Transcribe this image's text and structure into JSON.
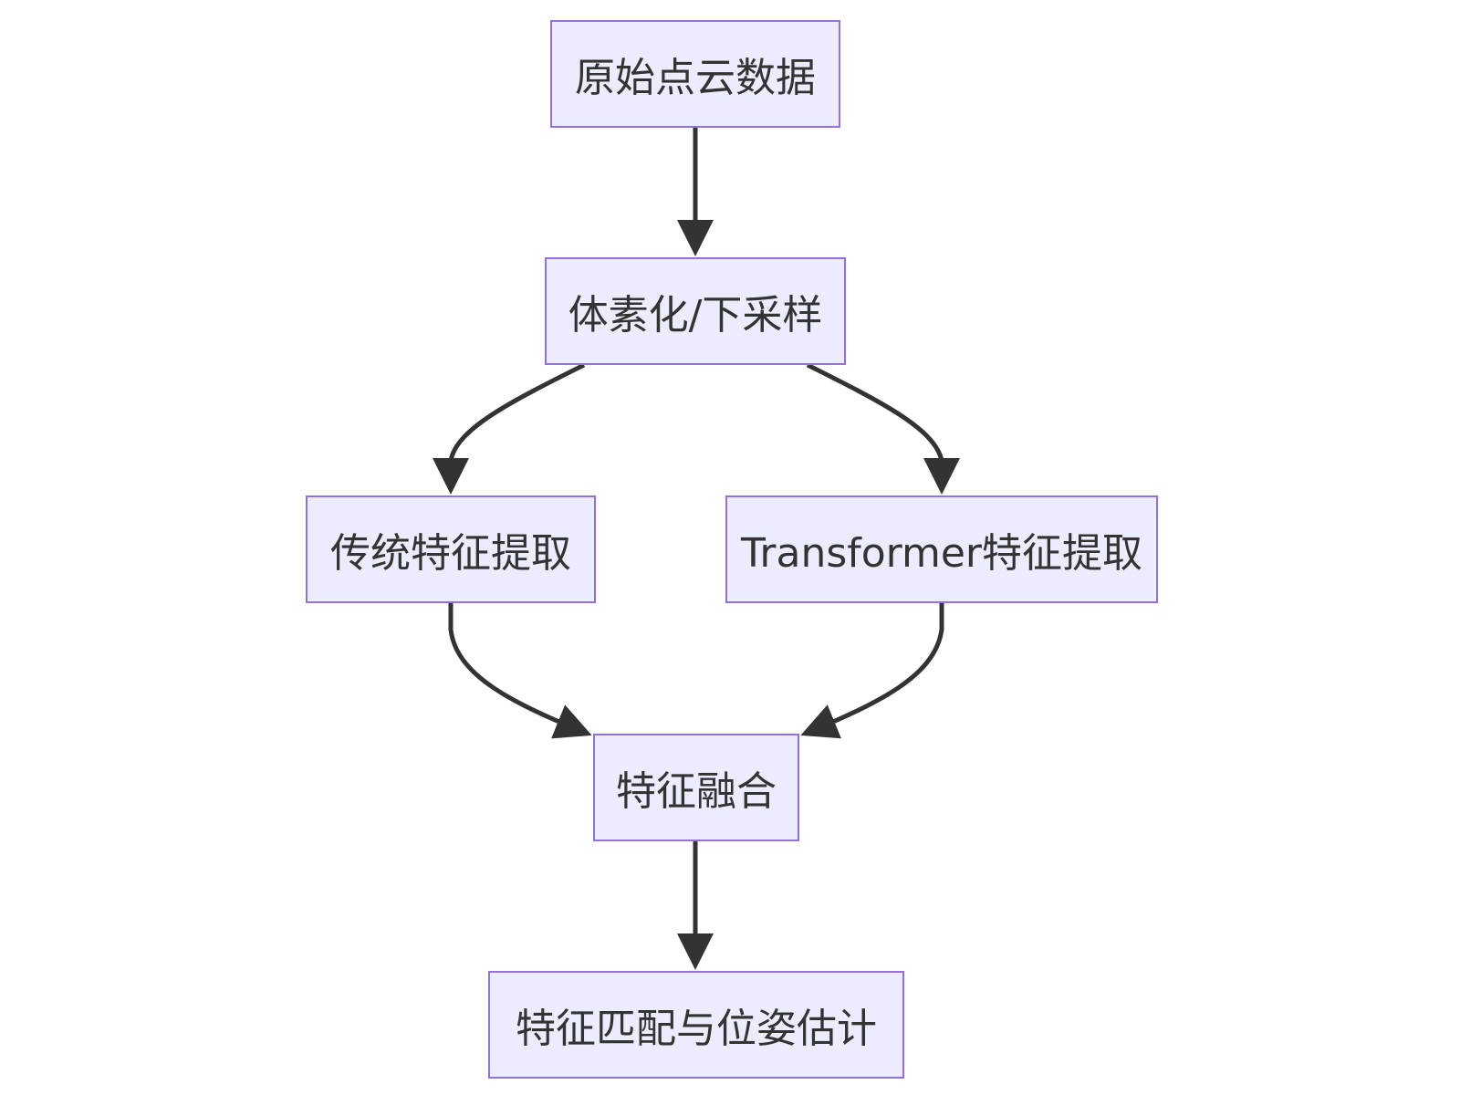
{
  "diagram": {
    "colors": {
      "node_fill": "#ececff",
      "node_border": "#9370db",
      "edge": "#333333",
      "text": "#333333"
    },
    "nodes": [
      {
        "id": "n1",
        "label": "原始点云数据"
      },
      {
        "id": "n2",
        "label": "体素化/下采样"
      },
      {
        "id": "n3",
        "label": "传统特征提取"
      },
      {
        "id": "n4",
        "label": "Transformer特征提取"
      },
      {
        "id": "n5",
        "label": "特征融合"
      },
      {
        "id": "n6",
        "label": "特征匹配与位姿估计"
      }
    ],
    "edges": [
      {
        "from": "n1",
        "to": "n2"
      },
      {
        "from": "n2",
        "to": "n3"
      },
      {
        "from": "n2",
        "to": "n4"
      },
      {
        "from": "n3",
        "to": "n5"
      },
      {
        "from": "n4",
        "to": "n5"
      },
      {
        "from": "n5",
        "to": "n6"
      }
    ]
  }
}
